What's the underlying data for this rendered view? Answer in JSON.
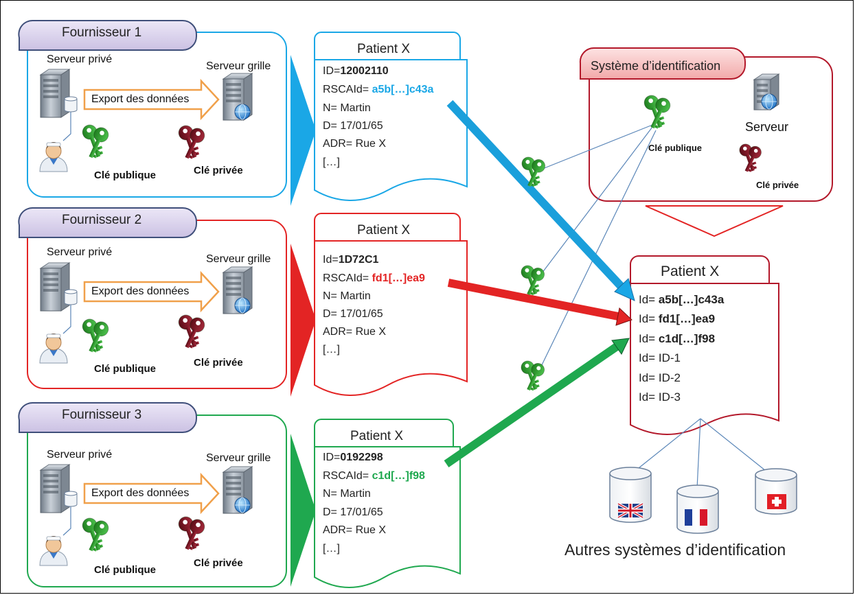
{
  "colors": {
    "blue": "#1aa7e6",
    "red": "#e32424",
    "green": "#1fa84f",
    "darkred": "#b3182a",
    "orange": "#f0a04a",
    "purple_tab": "#d8d0ec",
    "tab_border": "#3f4f7a",
    "key_green": "#2a9a2a",
    "key_red": "#8a1a2a"
  },
  "providers": [
    {
      "title": "Fournisseur 1",
      "private_server": "Serveur privé",
      "grid_server": "Serveur grille",
      "export": "Export des données",
      "public_key": "Clé publique",
      "private_key": "Clé privée",
      "doc": {
        "title": "Patient X",
        "id_prefix": "ID=",
        "id_value": "12002110",
        "rsca_prefix": "RSCAId= ",
        "rsca_value": "a5b[…]c43a",
        "name": "N= Martin",
        "date": "D= 17/01/65",
        "address": "ADR= Rue X",
        "more": "[…]"
      }
    },
    {
      "title": "Fournisseur 2",
      "private_server": "Serveur privé",
      "grid_server": "Serveur grille",
      "export": "Export des données",
      "public_key": "Clé publique",
      "private_key": "Clé privée",
      "doc": {
        "title": "Patient X",
        "id_prefix": "Id=",
        "id_value": "1D72C1",
        "rsca_prefix": "RSCAId= ",
        "rsca_value": "fd1[…]ea9",
        "name": "N= Martin",
        "date": "D= 17/01/65",
        "address": "ADR= Rue X",
        "more": "[…]"
      }
    },
    {
      "title": "Fournisseur 3",
      "private_server": "Serveur privé",
      "grid_server": "Serveur grille",
      "export": "Export des données",
      "public_key": "Clé publique",
      "private_key": "Clé privée",
      "doc": {
        "title": "Patient X",
        "id_prefix": "ID=",
        "id_value": "0192298",
        "rsca_prefix": "RSCAId= ",
        "rsca_value": "c1d[…]f98",
        "name": "N= Martin",
        "date": "D= 17/01/65",
        "address": "ADR= Rue X",
        "more": "[…]"
      }
    }
  ],
  "id_system": {
    "title": "Système d’identification",
    "server": "Serveur",
    "public_key": "Clé publique",
    "private_key": "Clé privée"
  },
  "result_doc": {
    "title": "Patient X",
    "lines": [
      {
        "prefix": "Id= ",
        "value": "a5b[…]c43a",
        "bold": true
      },
      {
        "prefix": "Id= ",
        "value": "fd1[…]ea9",
        "bold": true
      },
      {
        "prefix": "Id= ",
        "value": "c1d[…]f98",
        "bold": true
      },
      {
        "prefix": "Id= ",
        "value": "ID-1",
        "bold": false
      },
      {
        "prefix": "Id= ",
        "value": "ID-2",
        "bold": false
      },
      {
        "prefix": "Id= ",
        "value": "ID-3",
        "bold": false
      }
    ]
  },
  "other_systems": {
    "label": "Autres systèmes d’identification",
    "flags": [
      "uk-flag-icon",
      "france-flag-icon",
      "switzerland-flag-icon"
    ]
  }
}
